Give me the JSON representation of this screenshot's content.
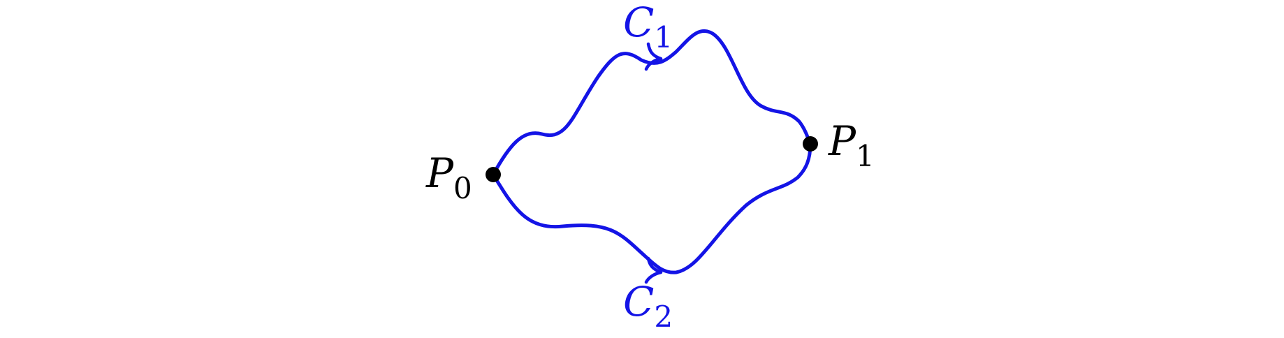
{
  "diagram": {
    "colors": {
      "curve": "#1414e6",
      "point": "#000000",
      "point_label": "#000000",
      "curve_label": "#1414e6",
      "background": "#ffffff"
    },
    "points": [
      {
        "id": "p0",
        "letter": "P",
        "subscript": "0"
      },
      {
        "id": "p1",
        "letter": "P",
        "subscript": "1"
      }
    ],
    "curves": [
      {
        "id": "c1",
        "letter": "C",
        "subscript": "1",
        "from": "p0",
        "to": "p1",
        "direction_arrow": true
      },
      {
        "id": "c2",
        "letter": "C",
        "subscript": "2",
        "from": "p0",
        "to": "p1",
        "direction_arrow": true
      }
    ]
  }
}
